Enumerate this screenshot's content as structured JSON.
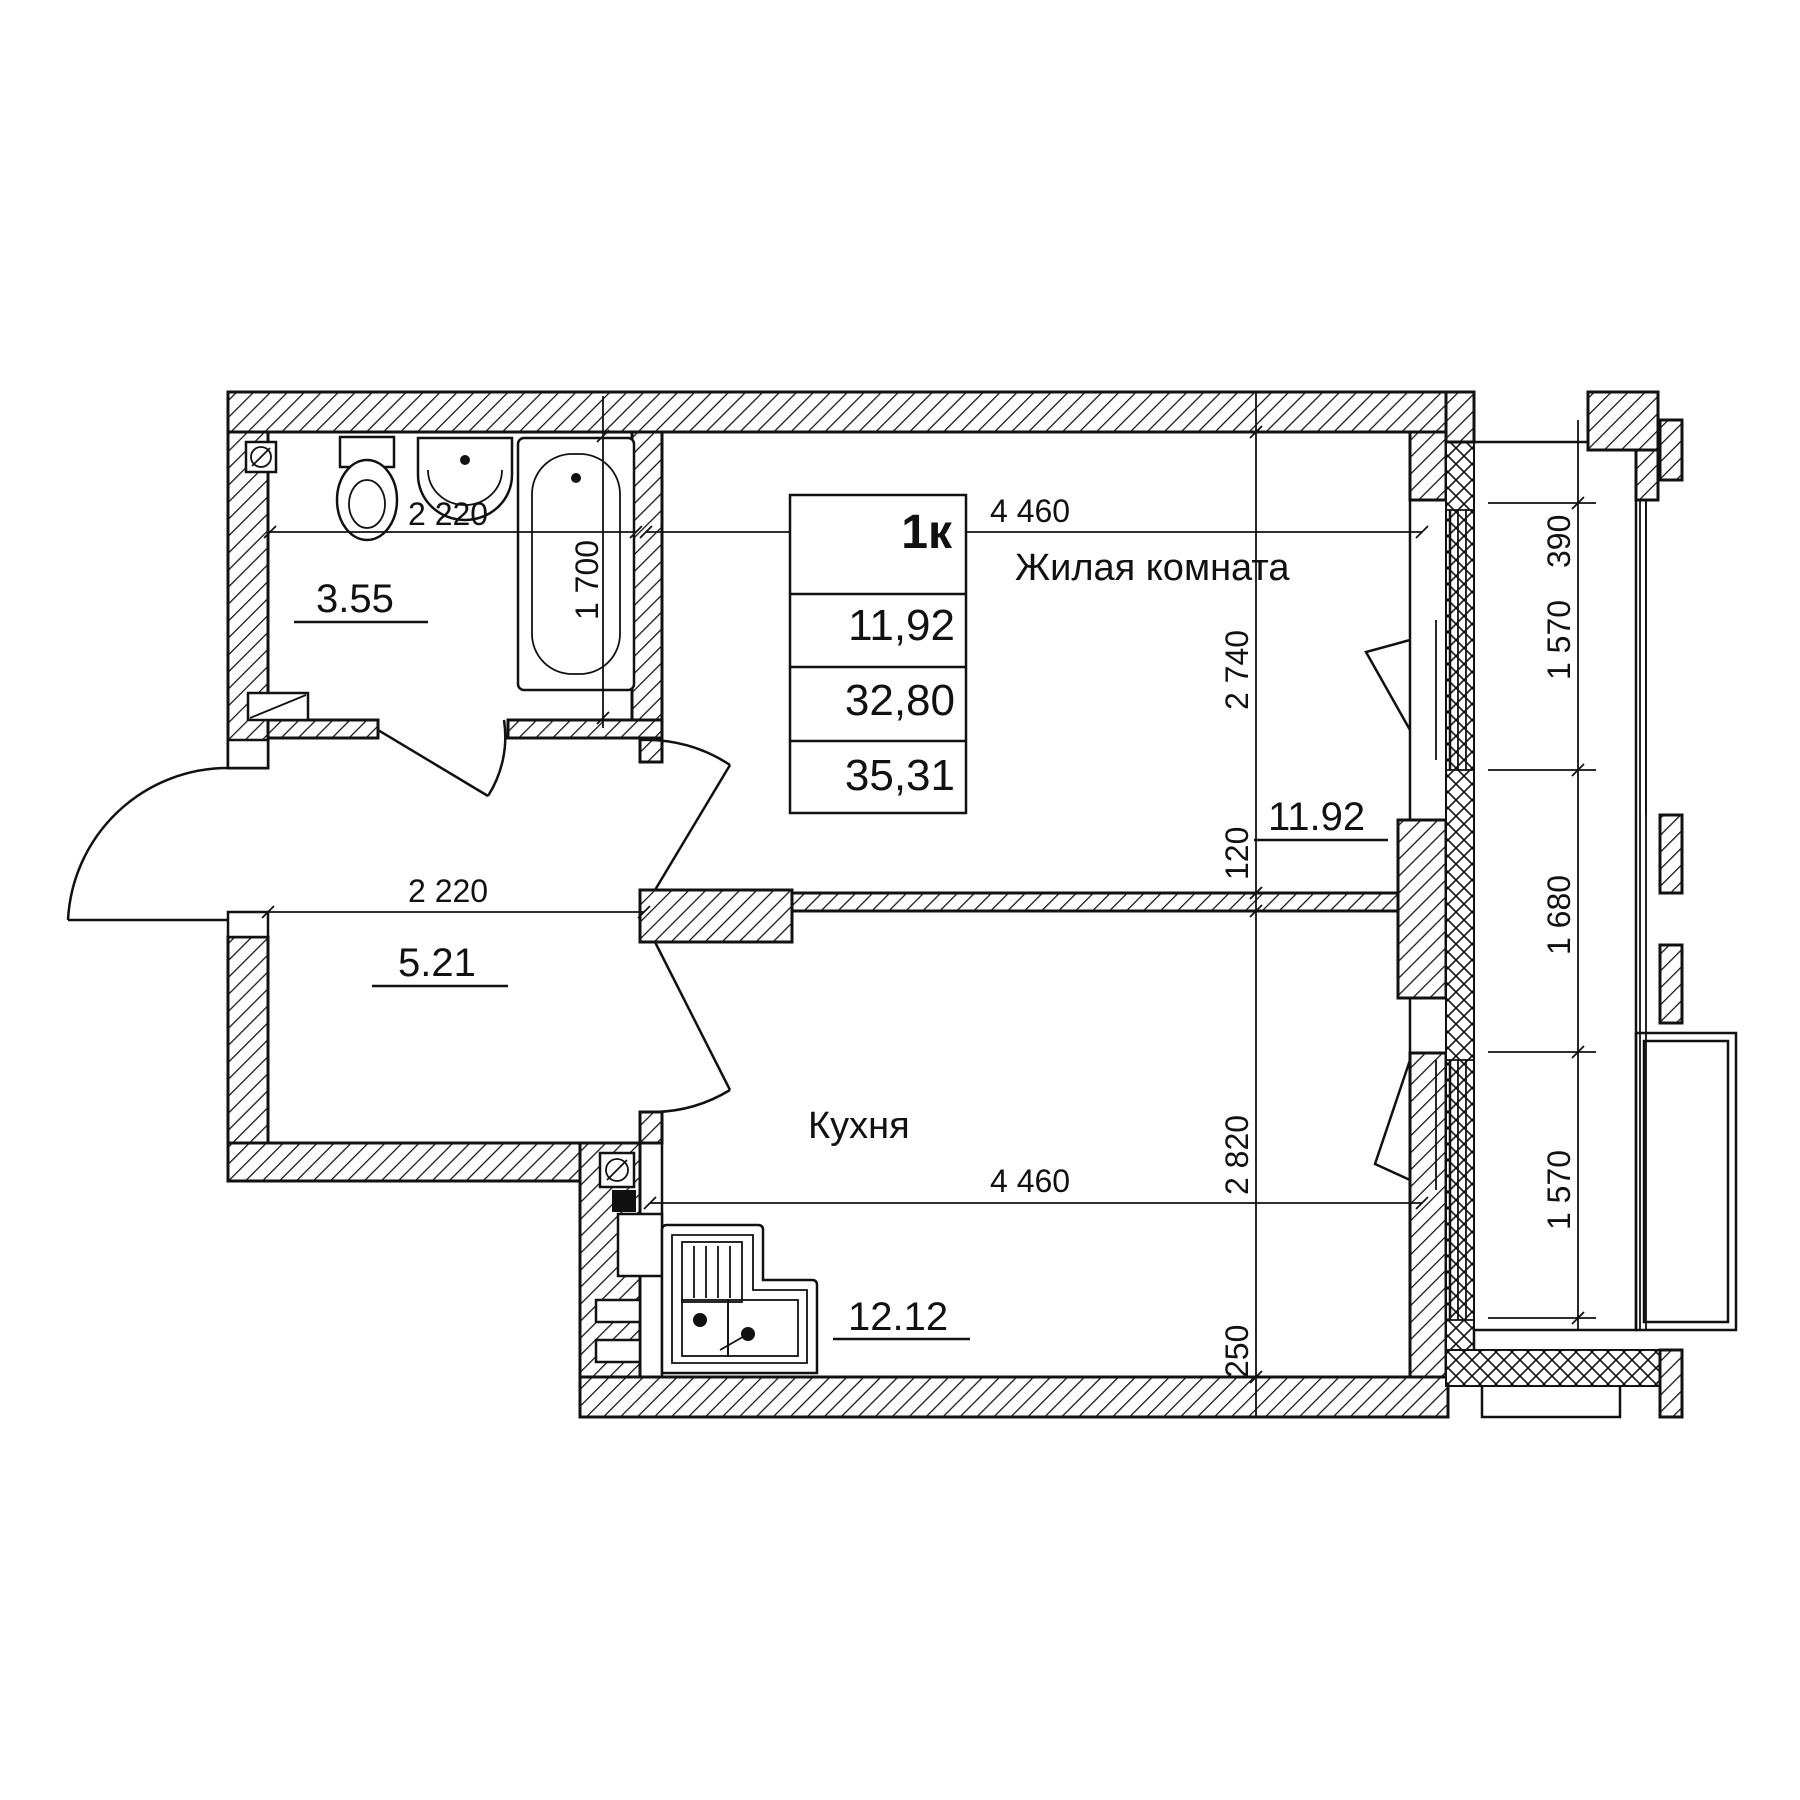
{
  "summary_table": {
    "type_label": "1к",
    "living_area": "11,92",
    "total_area": "32,80",
    "total_area_with_balcony": "35,31"
  },
  "rooms": {
    "living_room": {
      "label": "Жилая комната",
      "area": "11.92"
    },
    "kitchen": {
      "label": "Кухня",
      "area": "12.12"
    },
    "bathroom": {
      "area": "3.55"
    },
    "hallway": {
      "area": "5.21"
    }
  },
  "dimensions": {
    "bath_width": "2 220",
    "bath_tub_length": "1 700",
    "hall_width": "2 220",
    "living_width": "4 460",
    "living_height": "2 740",
    "partition": "120",
    "kitchen_height": "2 820",
    "kitchen_width": "4 460",
    "kitchen_offset": "250",
    "balcony_top": "1 570",
    "balcony_top_small": "390",
    "balcony_mid": "1 680",
    "balcony_bottom": "1 570"
  },
  "colors": {
    "line": "#111111",
    "background": "#ffffff"
  }
}
